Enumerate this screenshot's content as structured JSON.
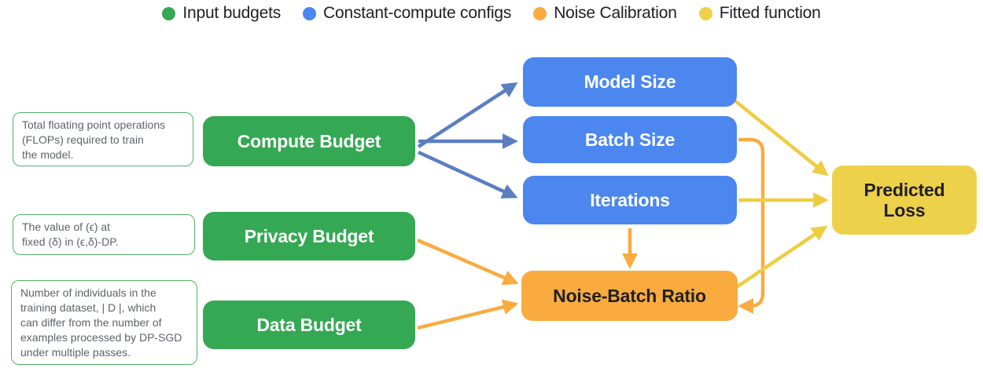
{
  "palette": {
    "green": "#34A853",
    "blue": "#4B87EE",
    "orange": "#F9AB40",
    "yellow": "#EDD14B",
    "arrow_blue": "#5B7EC1",
    "arrow_orange": "#F9AB40",
    "arrow_yellow": "#EECD42",
    "annotation_border_green": "#4FB266"
  },
  "legend": {
    "items": [
      {
        "label": "Input budgets",
        "color": "#34A853",
        "icon": "legend-dot-green"
      },
      {
        "label": "Constant-compute configs",
        "color": "#4B87EE",
        "icon": "legend-dot-blue"
      },
      {
        "label": "Noise Calibration",
        "color": "#F9AB40",
        "icon": "legend-dot-orange"
      },
      {
        "label": "Fitted function",
        "color": "#F0D24A",
        "icon": "legend-dot-yellow"
      }
    ]
  },
  "nodes": {
    "compute_budget": {
      "label": "Compute Budget",
      "color": "#34A853"
    },
    "privacy_budget": {
      "label": "Privacy Budget",
      "color": "#34A853"
    },
    "data_budget": {
      "label": "Data Budget",
      "color": "#34A853"
    },
    "model_size": {
      "label": "Model Size",
      "color": "#4B87EE"
    },
    "batch_size": {
      "label": "Batch Size",
      "color": "#4B87EE"
    },
    "iterations": {
      "label": "Iterations",
      "color": "#4B87EE"
    },
    "noise_batch_ratio": {
      "label": "Noise-Batch Ratio",
      "color": "#F9AB40"
    },
    "predicted_loss": {
      "label": "Predicted\nLoss",
      "color": "#EDD14B"
    }
  },
  "annotations": {
    "flops_note": {
      "text": "Total floating point operations\n(FLOPs) required to train\nthe model."
    },
    "privacy_note": {
      "text": "The value of (ϵ) at\nfixed (δ) in (ϵ,δ)-DP."
    },
    "data_note": {
      "text": "Number of individuals in the\ntraining dataset, | D |, which\ncan differ from the number of\nexamples processed by DP-SGD\nunder multiple passes."
    }
  }
}
